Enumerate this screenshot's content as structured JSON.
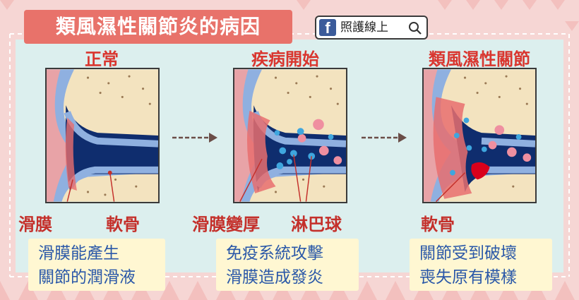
{
  "title": "類風濕性關節炎的病因",
  "badge": {
    "text": "照護線上"
  },
  "stages": [
    {
      "title": "正常",
      "labels": [
        "滑膜",
        "軟骨"
      ],
      "note": [
        "滑膜能產生",
        "關節的潤滑液"
      ]
    },
    {
      "title": "疾病開始",
      "labels": [
        "滑膜變厚",
        "淋巴球"
      ],
      "note": [
        "免疫系統攻擊",
        "滑膜造成發炎"
      ]
    },
    {
      "title": "類風濕性關節",
      "labels": [
        "軟骨"
      ],
      "note": [
        "關節受到破壞",
        "喪失原有模樣"
      ]
    }
  ],
  "colors": {
    "title_bg": "#e8726a",
    "panel_bg": "#dcefee",
    "label": "#c4302b",
    "note_text": "#2a58a8",
    "note_bg": "#fff7d2",
    "bone": "#f3e3bf",
    "cartilage": "#8fb0e0",
    "cavity": "#0f2d6e"
  }
}
